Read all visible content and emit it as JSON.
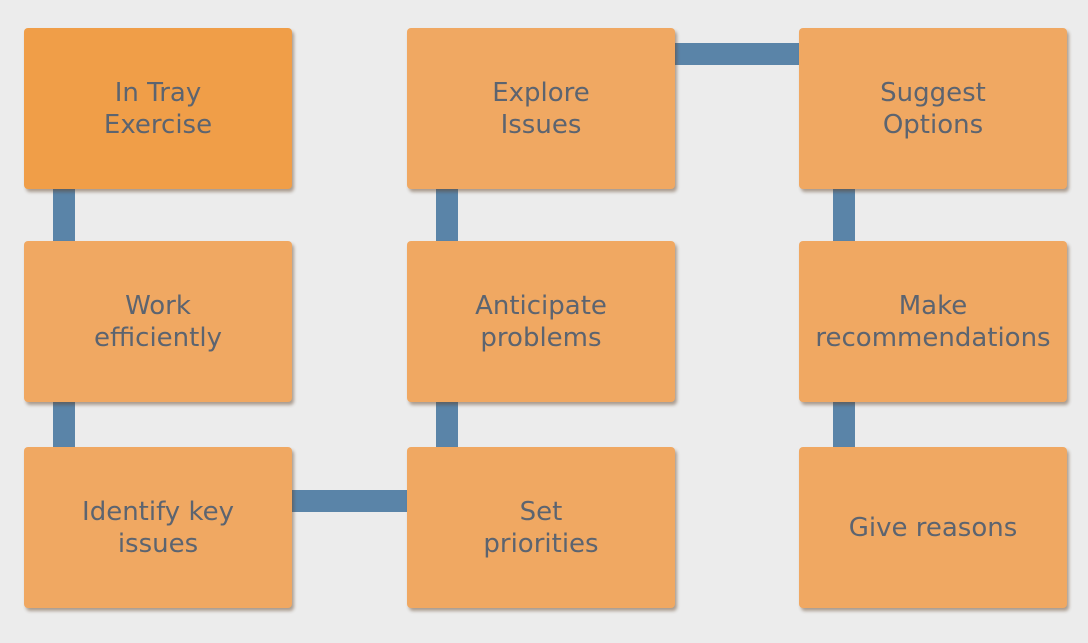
{
  "diagram": {
    "colors": {
      "background": "#ececec",
      "box": "#f0a862",
      "box_primary": "#f09e48",
      "connector": "#5a84a8",
      "text": "#5c6470"
    },
    "steps": {
      "in_tray_exercise": "In Tray\nExercise",
      "work_efficiently": "Work\nefficiently",
      "identify_key_issues": "Identify key\nissues",
      "set_priorities": "Set\npriorities",
      "anticipate_problems": "Anticipate\nproblems",
      "explore_issues": "Explore\nIssues",
      "suggest_options": "Suggest\nOptions",
      "make_recommendations": "Make\nrecommendations",
      "give_reasons": "Give reasons"
    }
  }
}
